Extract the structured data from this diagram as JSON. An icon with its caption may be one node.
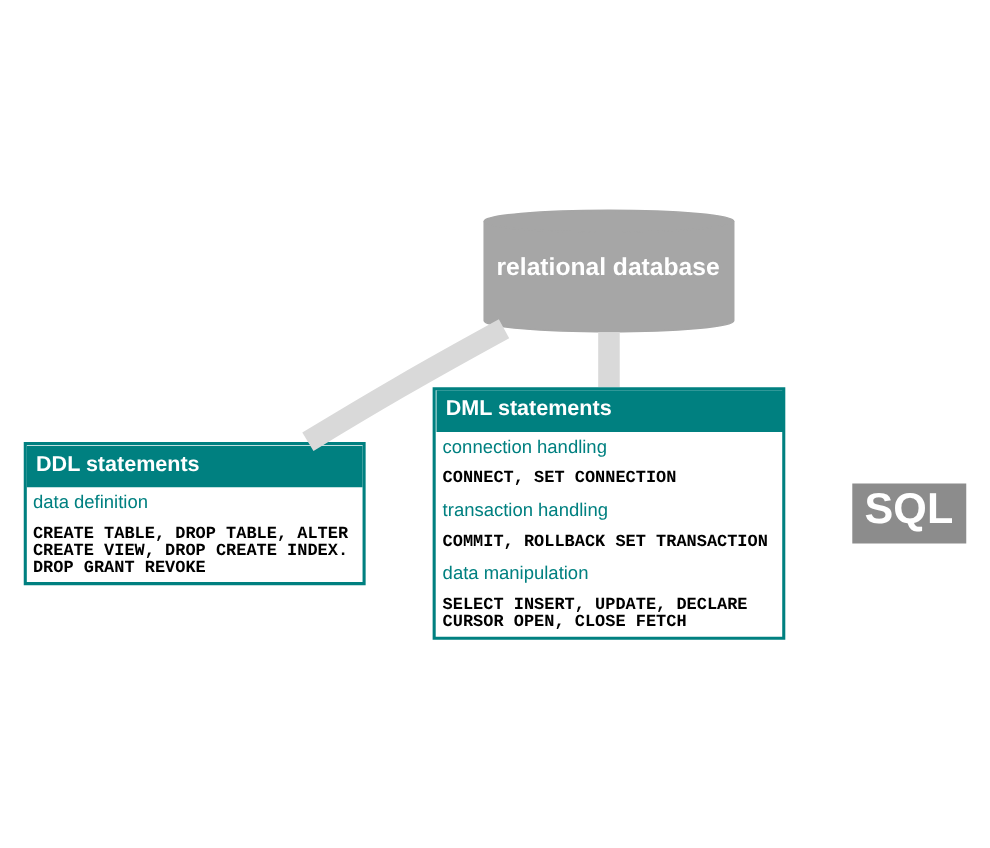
{
  "diagram": {
    "nodes": [
      {
        "text": [
          "relational database"
        ]
      },
      {
        "text": [
          "DDL statements",
          "data definition",
          "CREATE TABLE, DROP TABLE, ALTER CREATE VIEW, DROP CREATE INDEX. DROP GRANT REVOKE"
        ]
      },
      {
        "text": [
          "DML statements",
          "connection handling",
          "CONNECT, SET CONNECTION",
          "transaction handling",
          "COMMIT, ROLLBACK SET TRANSACTION",
          "data manipulation",
          "SELECT INSERT, UPDATE, DECLARE CURSOR OPEN, CLOSE FETCH"
        ]
      }
    ],
    "edges": [
      {
        "from": 0,
        "to": 1,
        "arrow": "none"
      },
      {
        "from": 0,
        "to": 2,
        "arrow": "none"
      }
    ],
    "labels": [
      "SQL"
    ]
  }
}
